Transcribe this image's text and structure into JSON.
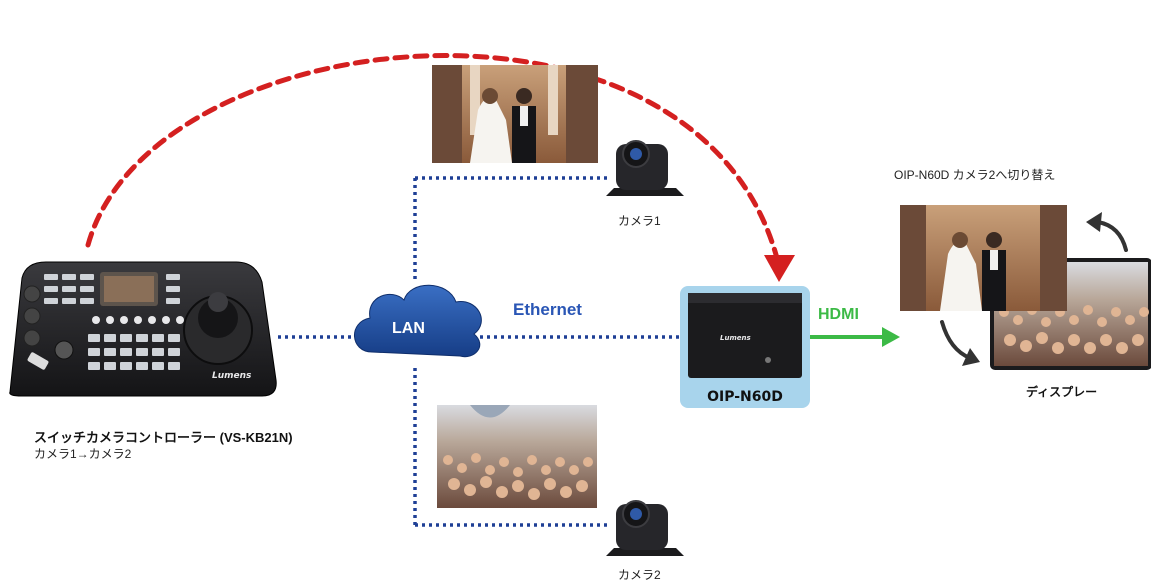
{
  "labels": {
    "lan": "LAN",
    "ethernet": "Ethernet",
    "hdmi": "HDMI",
    "decoder": "OIP-N60D",
    "decoder_logo": "Lumens",
    "camera1": "カメラ1",
    "camera2": "カメラ2",
    "display": "ディスプレー",
    "switch_note": "OIP-N60D カメラ2へ切り替え",
    "controller_title": "スイッチカメラコントローラー (VS-KB21N)",
    "controller_sub": "カメラ1→カメラ2",
    "controller_logo": "Lumens"
  },
  "colors": {
    "lan_cloud": "#1f4fa0",
    "dotted_link": "#1e3f95",
    "ethernet_text": "#2a56b5",
    "hdmi": "#3cba46",
    "red_arc": "#d42020",
    "decoder_frame": "#a8d4ec",
    "device_body": "#1b1b1d"
  },
  "icons": {
    "cloud": "cloud-icon",
    "camera": "ptz-camera-icon",
    "rotate": "rotate-arrow-icon",
    "arrow": "arrow-right-icon"
  }
}
